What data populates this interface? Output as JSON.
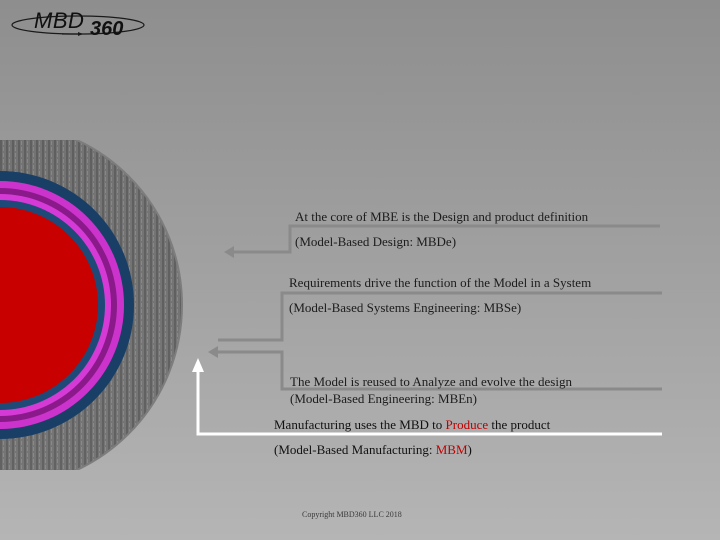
{
  "logo": {
    "text_main": "MBD",
    "text_num": "360"
  },
  "rows": {
    "mbde_line1": "At the core of MBE is the Design and product definition",
    "mbde_line2": "(Model-Based Design:  MBDe)",
    "mbse_line1": "Requirements drive the function of the Model in a System",
    "mbse_line2": "(Model-Based Systems Engineering:  MBSe)",
    "mben_line1": "The Model is reused to Analyze and evolve the design",
    "mben_line2": "(Model-Based Engineering:  MBEn)",
    "mbm_line1_pre": "Manufacturing uses the MBD to ",
    "mbm_line1_hl": "Produce",
    "mbm_line1_post": " the product",
    "mbm_line2_pre": "(Model-Based Manufacturing:  ",
    "mbm_line2_hl": "MBM",
    "mbm_line2_post": ")"
  },
  "footer": {
    "copyright": "Copyright MBD360 LLC 2018"
  },
  "colors": {
    "background": "#9c9c9c",
    "accent_red": "#c00000",
    "ring_magenta": "#cc33cc",
    "ring_navy": "#1a3f66",
    "bracket_gray": "#8a8a8a",
    "bracket_white": "#ffffff"
  }
}
